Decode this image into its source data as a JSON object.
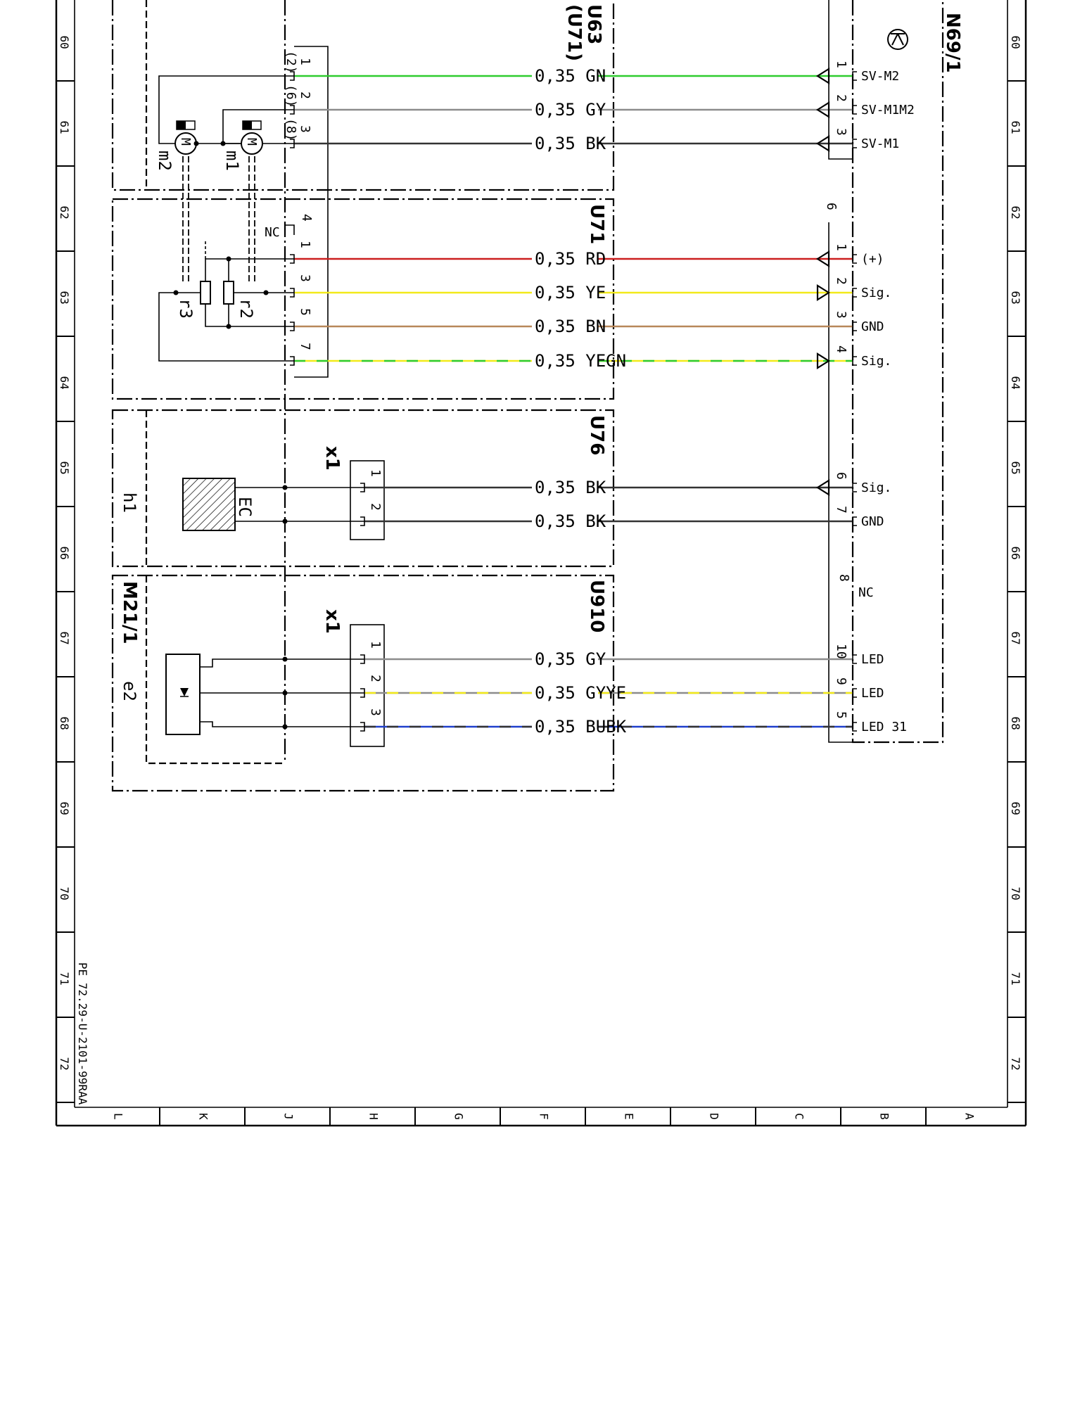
{
  "row_labels": [
    "60",
    "61",
    "62",
    "63",
    "64",
    "65",
    "66",
    "67",
    "68",
    "69",
    "70",
    "71",
    "72"
  ],
  "column_labels": [
    "L",
    "K",
    "J",
    "H",
    "G",
    "F",
    "E",
    "D",
    "C",
    "B",
    "A"
  ],
  "document_id": "PE 72.29-U-2101-99RAA",
  "module": {
    "name": "N69/1",
    "pin_group_label": "6"
  },
  "zones": [
    {
      "id": "U63",
      "label": "U63",
      "sublabel": "(U71)"
    },
    {
      "id": "U71",
      "label": "U71"
    },
    {
      "id": "U76",
      "label": "U76"
    },
    {
      "id": "U910",
      "label": "U910"
    }
  ],
  "components": {
    "m1": "m1",
    "m2": "m2",
    "r2": "r2",
    "r3": "r3",
    "h1": "h1",
    "EC": "EC",
    "e2": "e2",
    "M21_1": "M21/1",
    "x1_a": "x1",
    "x1_b": "x1",
    "motor_symbol": "M",
    "nc_left": "NC"
  },
  "wires": [
    {
      "label": "0,35 GN",
      "colors": [
        "#2ecc2e"
      ],
      "left_pin": "1",
      "left_extra": "(2)",
      "right_pin": "1",
      "right_label": "SV-M2",
      "arrow": "in"
    },
    {
      "label": "0,35 GY",
      "colors": [
        "#8c8c8c"
      ],
      "left_pin": "2",
      "left_extra": "(6)",
      "right_pin": "2",
      "right_label": "SV-M1M2",
      "arrow": "in"
    },
    {
      "label": "0,35 BK",
      "colors": [
        "#333333"
      ],
      "left_pin": "3",
      "left_extra": "(8)",
      "right_pin": "3",
      "right_label": "SV-M1",
      "arrow": "in"
    },
    {
      "label": "0,35 RD",
      "colors": [
        "#cc1f1f"
      ],
      "left_pin": "1",
      "left_extra": "",
      "right_pin": "1",
      "right_label": "(+)",
      "arrow": "in"
    },
    {
      "label": "0,35 YE",
      "colors": [
        "#f2ea1a"
      ],
      "left_pin": "3",
      "left_extra": "",
      "right_pin": "2",
      "right_label": "Sig.",
      "arrow": "out"
    },
    {
      "label": "0,35 BN",
      "colors": [
        "#b8875a"
      ],
      "left_pin": "5",
      "left_extra": "",
      "right_pin": "3",
      "right_label": "GND",
      "arrow": "none"
    },
    {
      "label": "0,35 YEGN",
      "colors": [
        "#f2ea1a",
        "#2ecc2e"
      ],
      "left_pin": "7",
      "left_extra": "",
      "right_pin": "4",
      "right_label": "Sig.",
      "arrow": "out"
    },
    {
      "label": "0,35 BK",
      "colors": [
        "#333333"
      ],
      "left_pin": "1",
      "left_extra": "",
      "right_pin": "6",
      "right_label": "Sig.",
      "arrow": "in"
    },
    {
      "label": "0,35 BK",
      "colors": [
        "#333333"
      ],
      "left_pin": "2",
      "left_extra": "",
      "right_pin": "7",
      "right_label": "GND",
      "arrow": "none"
    },
    {
      "label": "0,35 GY",
      "colors": [
        "#8c8c8c"
      ],
      "left_pin": "1",
      "left_extra": "",
      "right_pin": "10",
      "right_label": "LED",
      "arrow": "none"
    },
    {
      "label": "0,35 GYYE",
      "colors": [
        "#8c8c8c",
        "#f2ea1a"
      ],
      "left_pin": "2",
      "left_extra": "",
      "right_pin": "9",
      "right_label": "LED",
      "arrow": "none"
    },
    {
      "label": "0,35 BUBK",
      "colors": [
        "#1f3fcc",
        "#333333"
      ],
      "left_pin": "3",
      "left_extra": "",
      "right_pin": "5",
      "right_label": "LED 31",
      "arrow": "none"
    }
  ],
  "nc_pins": [
    {
      "left_pin": "4",
      "label": "NC"
    },
    {
      "right_pin": "8",
      "label": "NC"
    }
  ]
}
